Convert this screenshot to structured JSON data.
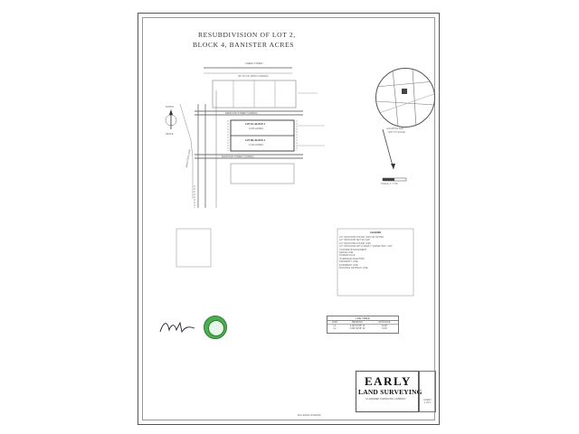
{
  "title": {
    "line1": "RESUBDIVISION OF LOT 2,",
    "line2": "BLOCK 4, BANISTER ACRES"
  },
  "plat": {
    "street_top": "CREEK STREET",
    "street_top_sub": "(50' R.O.W. WIDTH VARIES)",
    "street_mid": "DEDICATE STREET (VARIES)",
    "lot_a": "LOT 2A, BLOCK 4",
    "lot_a_area": "0.236 ACRES",
    "lot_b": "LOT 2B, BLOCK 4",
    "lot_b_area": "0.240 ACRES",
    "street_bottom": "BANISTER STREET (VARIES)",
    "side_label_left": "BANISTER LANE",
    "detail_label": "DETAIL",
    "north_label": "NORTH",
    "scale_label": "SCALE: 1\" = 50'",
    "vicinity_label": "LOCATION MAP",
    "vicinity_sub": "NOT TO SCALE"
  },
  "legend": {
    "title": "LEGEND",
    "items": [
      "1/2\" IRON ROD FOUND (CM) OR NOTED",
      "1/2\" IRON ROD SET W/ CAP",
      "1/2\" IRON PIPE FOUND (CM)",
      "1/2\" IRON ROD WITH \"EARLY SURVEYING\" CAP",
      "CONCRETE MONUMENT",
      "FENCE LINE",
      "POWER POLE",
      "OVERHEAD ELECTRIC",
      "PROPERTY LINE",
      "EASEMENT LINE",
      "BUILDING SETBACK LINE"
    ]
  },
  "line_table": {
    "title": "LINE TABLE",
    "headers": [
      "LINE",
      "BEARING",
      "DISTANCE"
    ],
    "rows": [
      [
        "L1",
        "S 00°16'35\" W",
        "10.00'"
      ],
      [
        "L2",
        "N 89°43'25\" W",
        "5.00'"
      ]
    ]
  },
  "firm": {
    "name_line1": "EARLY",
    "name_line2": "LAND SURVEYING",
    "tagline": "A LICENSED SURVEYING COMPANY"
  },
  "sheet": {
    "sheet_label": "SHEET",
    "sheet_num": "1 OF 1"
  },
  "document_number": "DS-2020-016634"
}
